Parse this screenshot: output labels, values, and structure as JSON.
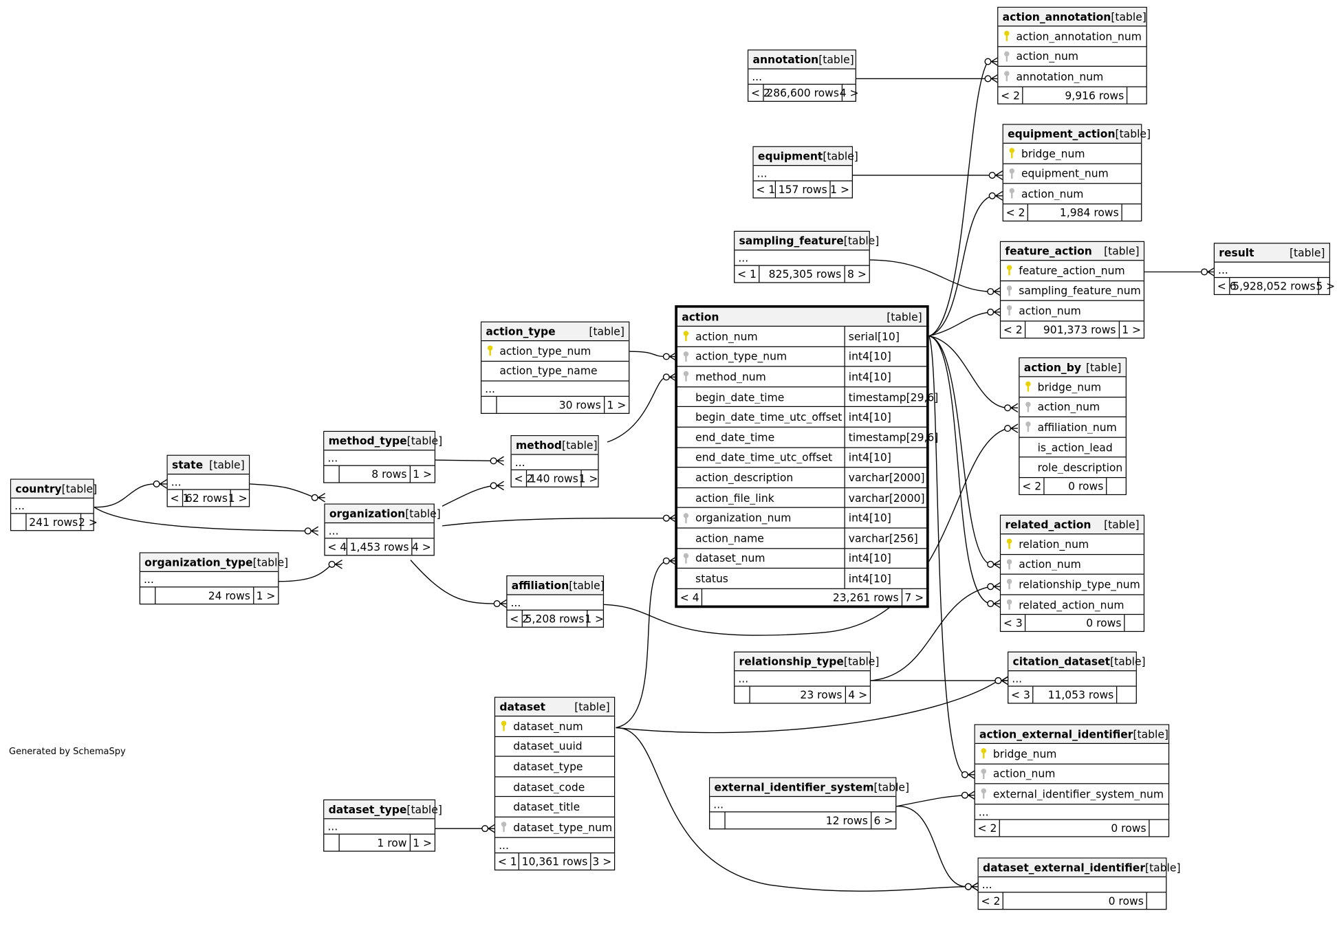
{
  "tables": {
    "action_annotation": {
      "name": "action_annotation",
      "tag": "[table]",
      "columns": [
        {
          "name": "action_annotation_num",
          "key": "pk"
        },
        {
          "name": "action_num",
          "key": "fk"
        },
        {
          "name": "annotation_num",
          "key": "fk"
        }
      ],
      "footer": {
        "parents": "< 2",
        "rows": "9,916 rows",
        "children": ""
      }
    },
    "annotation": {
      "name": "annotation",
      "tag": "[table]",
      "ellipsis": "...",
      "footer": {
        "parents": "< 2",
        "rows": "286,600 rows",
        "children": "4 >"
      }
    },
    "equipment_action": {
      "name": "equipment_action",
      "tag": "[table]",
      "columns": [
        {
          "name": "bridge_num",
          "key": "pk"
        },
        {
          "name": "equipment_num",
          "key": "fk"
        },
        {
          "name": "action_num",
          "key": "fk"
        }
      ],
      "footer": {
        "parents": "< 2",
        "rows": "1,984 rows",
        "children": ""
      }
    },
    "equipment": {
      "name": "equipment",
      "tag": "[table]",
      "ellipsis": "...",
      "footer": {
        "parents": "< 1",
        "rows": "157 rows",
        "children": "1 >"
      }
    },
    "sampling_feature": {
      "name": "sampling_feature",
      "tag": "[table]",
      "ellipsis": "...",
      "footer": {
        "parents": "< 1",
        "rows": "825,305 rows",
        "children": "8 >"
      }
    },
    "feature_action": {
      "name": "feature_action",
      "tag": "[table]",
      "columns": [
        {
          "name": "feature_action_num",
          "key": "pk"
        },
        {
          "name": "sampling_feature_num",
          "key": "fk"
        },
        {
          "name": "action_num",
          "key": "fk"
        }
      ],
      "footer": {
        "parents": "< 2",
        "rows": "901,373 rows",
        "children": "1 >"
      }
    },
    "result": {
      "name": "result",
      "tag": "[table]",
      "ellipsis": "...",
      "footer": {
        "parents": "< 6",
        "rows": "5,928,052 rows",
        "children": "5 >"
      }
    },
    "action_type": {
      "name": "action_type",
      "tag": "[table]",
      "columns": [
        {
          "name": "action_type_num",
          "key": "pk"
        },
        {
          "name": "action_type_name",
          "key": "no"
        }
      ],
      "ellipsis": "...",
      "footer": {
        "parents": "",
        "rows": "30 rows",
        "children": "1 >"
      }
    },
    "action": {
      "name": "action",
      "tag": "[table]",
      "columns": [
        {
          "name": "action_num",
          "key": "pk",
          "type": "serial[10]"
        },
        {
          "name": "action_type_num",
          "key": "fk",
          "type": "int4[10]"
        },
        {
          "name": "method_num",
          "key": "fk",
          "type": "int4[10]"
        },
        {
          "name": "begin_date_time",
          "key": "no",
          "type": "timestamp[29,6]"
        },
        {
          "name": "begin_date_time_utc_offset",
          "key": "no",
          "type": "int4[10]"
        },
        {
          "name": "end_date_time",
          "key": "no",
          "type": "timestamp[29,6]"
        },
        {
          "name": "end_date_time_utc_offset",
          "key": "no",
          "type": "int4[10]"
        },
        {
          "name": "action_description",
          "key": "no",
          "type": "varchar[2000]"
        },
        {
          "name": "action_file_link",
          "key": "no",
          "type": "varchar[2000]"
        },
        {
          "name": "organization_num",
          "key": "fk",
          "type": "int4[10]"
        },
        {
          "name": "action_name",
          "key": "no",
          "type": "varchar[256]"
        },
        {
          "name": "dataset_num",
          "key": "fk",
          "type": "int4[10]"
        },
        {
          "name": "status",
          "key": "no",
          "type": "int4[10]"
        }
      ],
      "footer": {
        "parents": "< 4",
        "rows": "23,261 rows",
        "children": "7 >"
      }
    },
    "action_by": {
      "name": "action_by",
      "tag": "[table]",
      "columns": [
        {
          "name": "bridge_num",
          "key": "pk"
        },
        {
          "name": "action_num",
          "key": "fk"
        },
        {
          "name": "affiliation_num",
          "key": "fk"
        },
        {
          "name": "is_action_lead",
          "key": "no"
        },
        {
          "name": "role_description",
          "key": "no"
        }
      ],
      "footer": {
        "parents": "< 2",
        "rows": "0 rows",
        "children": ""
      }
    },
    "method_type": {
      "name": "method_type",
      "tag": "[table]",
      "ellipsis": "...",
      "footer": {
        "parents": "",
        "rows": "8 rows",
        "children": "1 >"
      }
    },
    "method": {
      "name": "method",
      "tag": "[table]",
      "ellipsis": "...",
      "footer": {
        "parents": "< 2",
        "rows": "140 rows",
        "children": "1 >"
      }
    },
    "state": {
      "name": "state",
      "tag": "[table]",
      "ellipsis": "...",
      "footer": {
        "parents": "< 1",
        "rows": "62 rows",
        "children": "1 >"
      }
    },
    "country": {
      "name": "country",
      "tag": "[table]",
      "ellipsis": "...",
      "footer": {
        "parents": "",
        "rows": "241 rows",
        "children": "2 >"
      }
    },
    "organization": {
      "name": "organization",
      "tag": "[table]",
      "ellipsis": "...",
      "footer": {
        "parents": "< 4",
        "rows": "1,453 rows",
        "children": "4 >"
      }
    },
    "organization_type": {
      "name": "organization_type",
      "tag": "[table]",
      "ellipsis": "...",
      "footer": {
        "parents": "",
        "rows": "24 rows",
        "children": "1 >"
      }
    },
    "affiliation": {
      "name": "affiliation",
      "tag": "[table]",
      "ellipsis": "...",
      "footer": {
        "parents": "< 2",
        "rows": "5,208 rows",
        "children": "1 >"
      }
    },
    "related_action": {
      "name": "related_action",
      "tag": "[table]",
      "columns": [
        {
          "name": "relation_num",
          "key": "pk"
        },
        {
          "name": "action_num",
          "key": "fk"
        },
        {
          "name": "relationship_type_num",
          "key": "fk"
        },
        {
          "name": "related_action_num",
          "key": "fk"
        }
      ],
      "footer": {
        "parents": "< 3",
        "rows": "0 rows",
        "children": ""
      }
    },
    "relationship_type": {
      "name": "relationship_type",
      "tag": "[table]",
      "ellipsis": "...",
      "footer": {
        "parents": "",
        "rows": "23 rows",
        "children": "4 >"
      }
    },
    "citation_dataset": {
      "name": "citation_dataset",
      "tag": "[table]",
      "ellipsis": "...",
      "footer": {
        "parents": "< 3",
        "rows": "11,053 rows",
        "children": ""
      }
    },
    "dataset": {
      "name": "dataset",
      "tag": "[table]",
      "columns": [
        {
          "name": "dataset_num",
          "key": "pk"
        },
        {
          "name": "dataset_uuid",
          "key": "no"
        },
        {
          "name": "dataset_type",
          "key": "no"
        },
        {
          "name": "dataset_code",
          "key": "no"
        },
        {
          "name": "dataset_title",
          "key": "no"
        },
        {
          "name": "dataset_type_num",
          "key": "fk"
        }
      ],
      "ellipsis": "...",
      "footer": {
        "parents": "< 1",
        "rows": "10,361 rows",
        "children": "3 >"
      }
    },
    "action_external_identifier": {
      "name": "action_external_identifier",
      "tag": "[table]",
      "columns": [
        {
          "name": "bridge_num",
          "key": "pk"
        },
        {
          "name": "action_num",
          "key": "fk"
        },
        {
          "name": "external_identifier_system_num",
          "key": "fk"
        }
      ],
      "ellipsis": "...",
      "footer": {
        "parents": "< 2",
        "rows": "0 rows",
        "children": ""
      }
    },
    "external_identifier_system": {
      "name": "external_identifier_system",
      "tag": "[table]",
      "ellipsis": "...",
      "footer": {
        "parents": "",
        "rows": "12 rows",
        "children": "6 >"
      }
    },
    "dataset_type": {
      "name": "dataset_type",
      "tag": "[table]",
      "ellipsis": "...",
      "footer": {
        "parents": "",
        "rows": "1 row",
        "children": "1 >"
      }
    },
    "dataset_external_identifier": {
      "name": "dataset_external_identifier",
      "tag": "[table]",
      "ellipsis": "...",
      "footer": {
        "parents": "< 2",
        "rows": "0 rows",
        "children": ""
      }
    }
  },
  "footer_text": "Generated by SchemaSpy"
}
